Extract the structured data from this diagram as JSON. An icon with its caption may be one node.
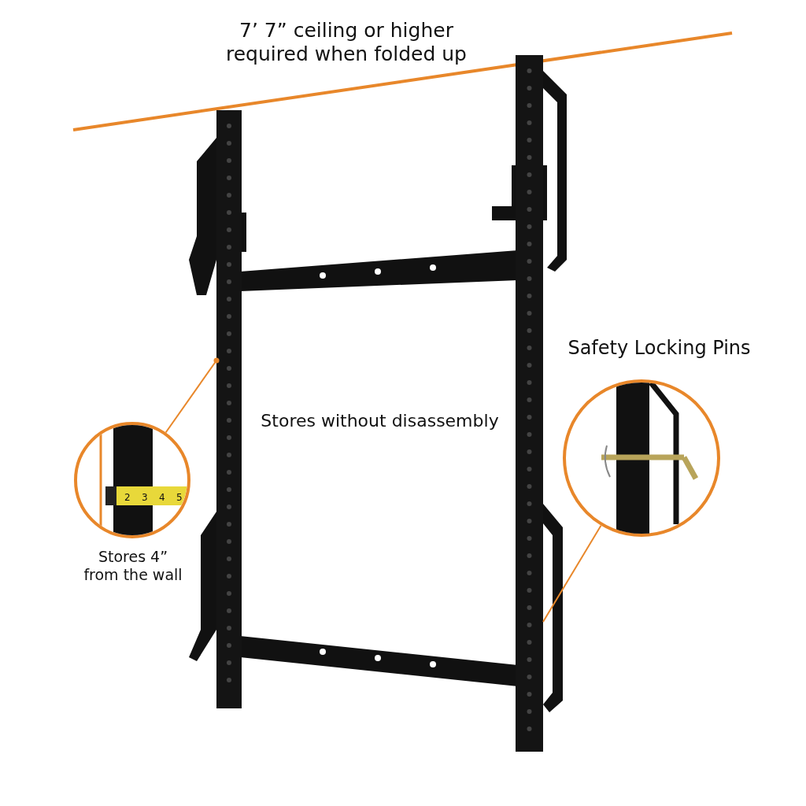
{
  "diagram": {
    "nodes": [
      {
        "text": [],
        "shape": "bar"
      },
      {
        "text": [],
        "shape": "bar"
      },
      {
        "text": [],
        "shape": "circle",
        "beside": [
          "Stores 4” from the wall"
        ]
      },
      {
        "text": [],
        "shape": "circle",
        "beside": [
          "Safety Locking Pins"
        ]
      }
    ],
    "edges": [
      {
        "from": 2,
        "to": 0,
        "arrow": "other"
      },
      {
        "from": 3,
        "to": 1,
        "arrow": "none"
      }
    ],
    "labels": [
      "7’ 7” ceiling or higher required when folded up",
      "Stores without disassembly",
      "2",
      "3",
      "4",
      "5"
    ]
  }
}
